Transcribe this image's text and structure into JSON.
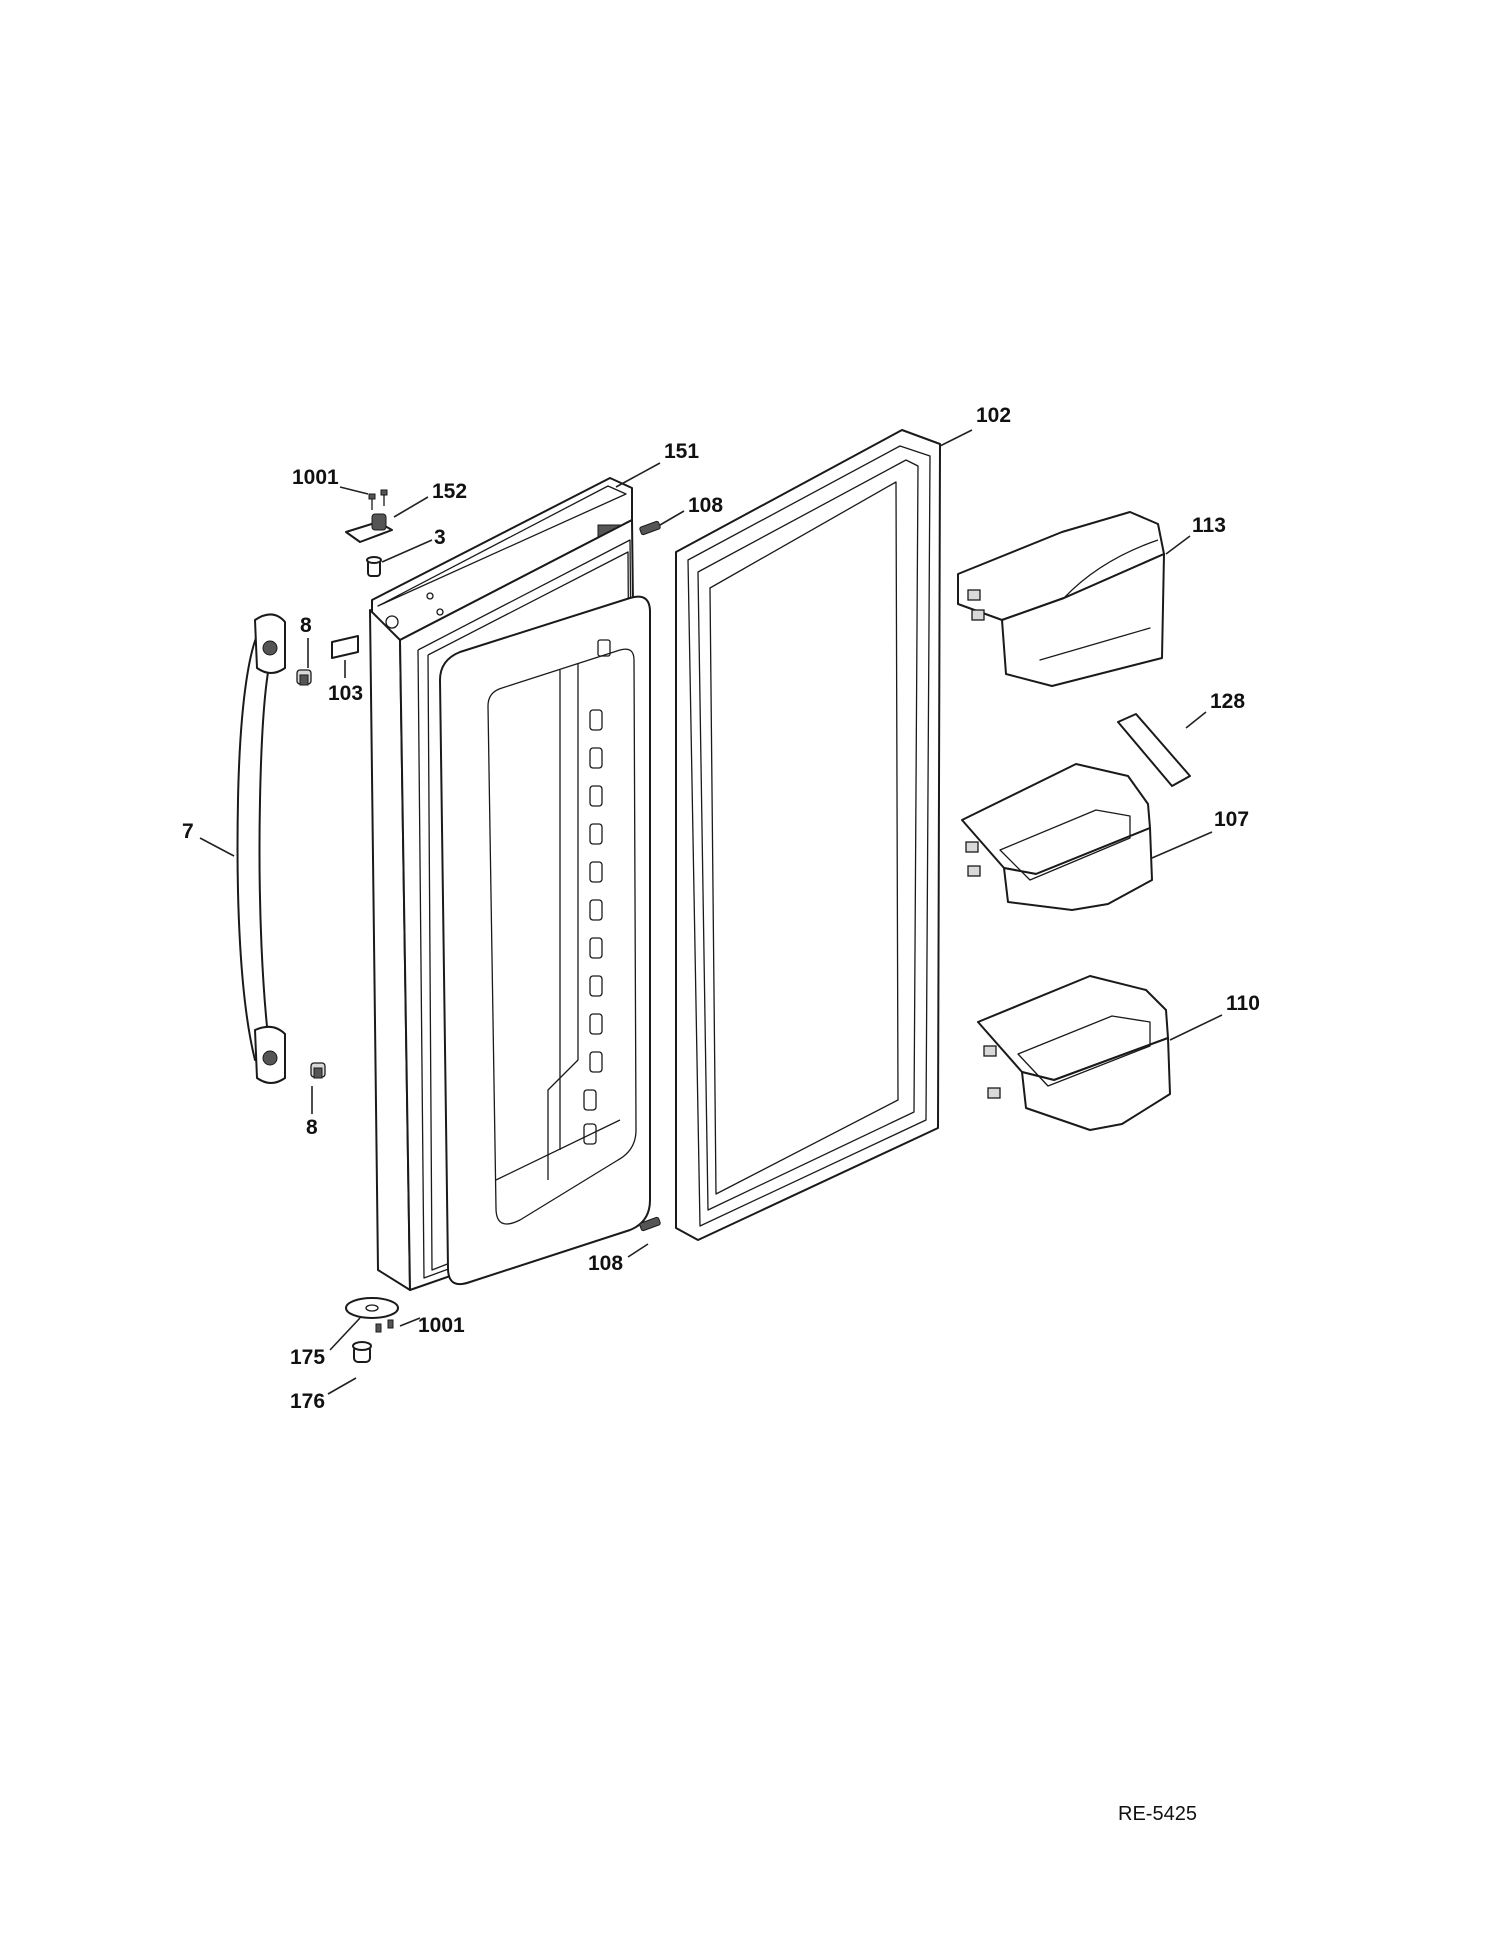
{
  "diagram": {
    "reference_code": "RE-5425",
    "callouts": [
      {
        "id": "1001",
        "text": "1001"
      },
      {
        "id": "152",
        "text": "152"
      },
      {
        "id": "151",
        "text": "151"
      },
      {
        "id": "102",
        "text": "102"
      },
      {
        "id": "108",
        "text": "108"
      },
      {
        "id": "3",
        "text": "3"
      },
      {
        "id": "113",
        "text": "113"
      },
      {
        "id": "8",
        "text": "8"
      },
      {
        "id": "103",
        "text": "103"
      },
      {
        "id": "128",
        "text": "128"
      },
      {
        "id": "7",
        "text": "7"
      },
      {
        "id": "107",
        "text": "107"
      },
      {
        "id": "110",
        "text": "110"
      },
      {
        "id": "8b",
        "text": "8"
      },
      {
        "id": "108b",
        "text": "108"
      },
      {
        "id": "175",
        "text": "175"
      },
      {
        "id": "1001b",
        "text": "1001"
      },
      {
        "id": "176",
        "text": "176"
      }
    ]
  }
}
